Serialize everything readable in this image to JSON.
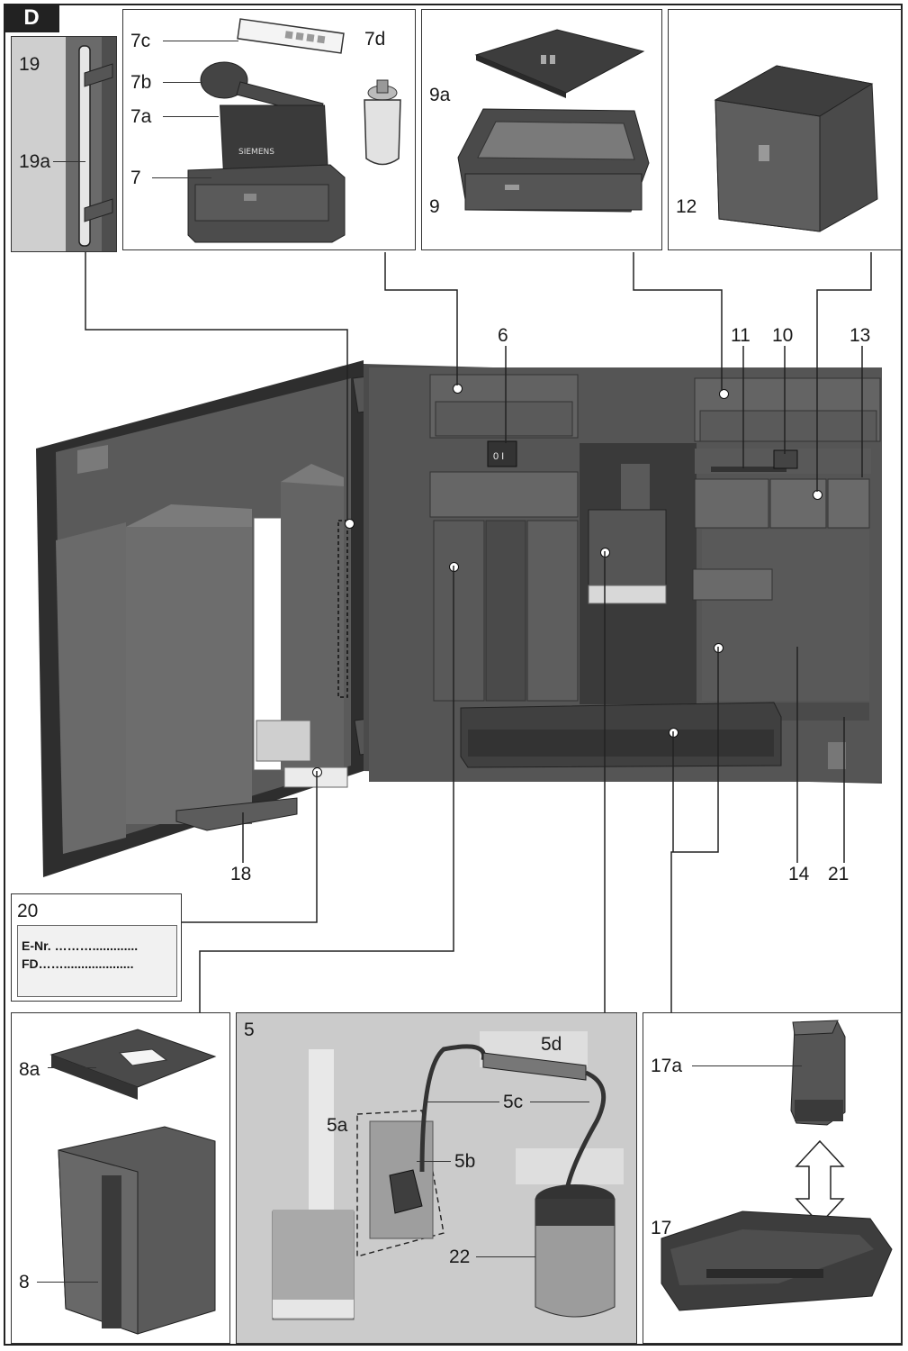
{
  "figure_tag": "D",
  "labels": {
    "l19": "19",
    "l19a": "19a",
    "l7c": "7c",
    "l7d": "7d",
    "l7b": "7b",
    "l7a": "7a",
    "l7": "7",
    "l9a": "9a",
    "l9": "9",
    "l12": "12",
    "l6": "6",
    "l11": "11",
    "l10": "10",
    "l13": "13",
    "l18": "18",
    "l14": "14",
    "l21": "21",
    "l20": "20",
    "l8a": "8a",
    "l8": "8",
    "l5": "5",
    "l5d": "5d",
    "l5c": "5c",
    "l5a": "5a",
    "l5b": "5b",
    "l22": "22",
    "l17a": "17a",
    "l17": "17"
  },
  "rating_plate": {
    "enr": "E-Nr. ……….............",
    "fd": "FD……...................."
  },
  "brand": "SIEMENS",
  "switch_text": "0 I",
  "colors": {
    "body": "#5a5a5a",
    "dark": "#3d3d3d",
    "light": "#8a8a8a",
    "panel_bg": "#d6d6d6"
  }
}
